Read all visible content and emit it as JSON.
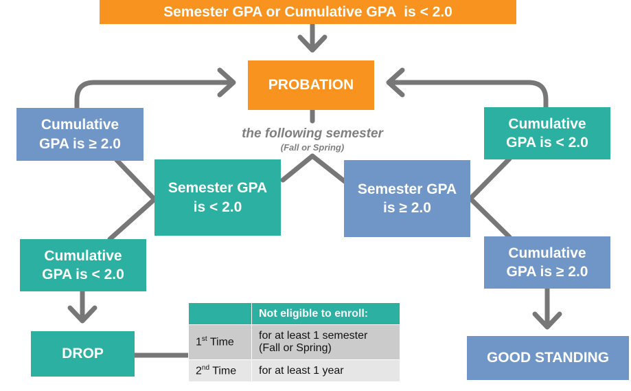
{
  "top_condition": "Semester GPA or Cumulative GPA  is < 2.0",
  "probation": "PROBATION",
  "caption": {
    "main": "the following semester",
    "sub": "(Fall or Spring)"
  },
  "left_cum_ok": {
    "line1": "Cumulative",
    "line2": "GPA is ≥ 2.0"
  },
  "sem_low": {
    "line1": "Semester GPA",
    "line2": "is < 2.0"
  },
  "left_cum_low": {
    "line1": "Cumulative",
    "line2": "GPA is < 2.0"
  },
  "drop": "DROP",
  "sem_ok": {
    "line1": "Semester GPA",
    "line2": "is ≥ 2.0"
  },
  "right_cum_low": {
    "line1": "Cumulative",
    "line2": "GPA is < 2.0"
  },
  "right_cum_ok": {
    "line1": "Cumulative",
    "line2": "GPA is ≥ 2.0"
  },
  "good_standing": "GOOD STANDING",
  "table": {
    "header": "Not eligible to enroll:",
    "rows": [
      {
        "num": "1",
        "sup": "st",
        "label": " Time",
        "detail1": "for at least 1 semester",
        "detail2": "(Fall or Spring)"
      },
      {
        "num": "2",
        "sup": "nd",
        "label": " Time",
        "detail1": "for at least 1 year"
      }
    ]
  },
  "colors": {
    "orange": "#f7931e",
    "teal": "#2bb0a2",
    "blue": "#7096c7",
    "connector": "#777777"
  }
}
